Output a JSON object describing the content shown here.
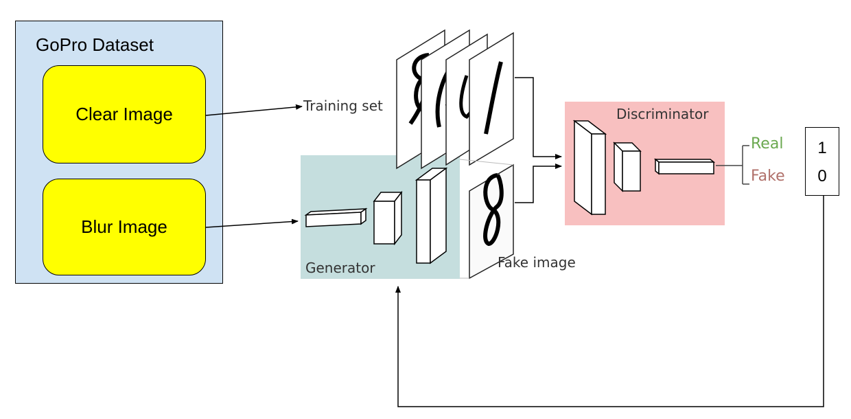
{
  "dataset": {
    "title": "GoPro Dataset",
    "clear_label": "Clear Image",
    "blur_label": "Blur Image"
  },
  "gan": {
    "training_set_label": "Training set",
    "generator_label": "Generator",
    "fake_image_label": "Fake image",
    "discriminator_label": "Discriminator",
    "real_label": "Real",
    "fake_label": "Fake"
  },
  "output": {
    "real_value": "1",
    "fake_value": "0"
  },
  "colors": {
    "dataset_bg": "#cfe2f3",
    "input_box": "#ffff00",
    "generator_bg": "#c5dede",
    "discriminator_bg": "#f8c0c0",
    "real_text": "#6aa84f",
    "fake_text": "#b0706a"
  }
}
